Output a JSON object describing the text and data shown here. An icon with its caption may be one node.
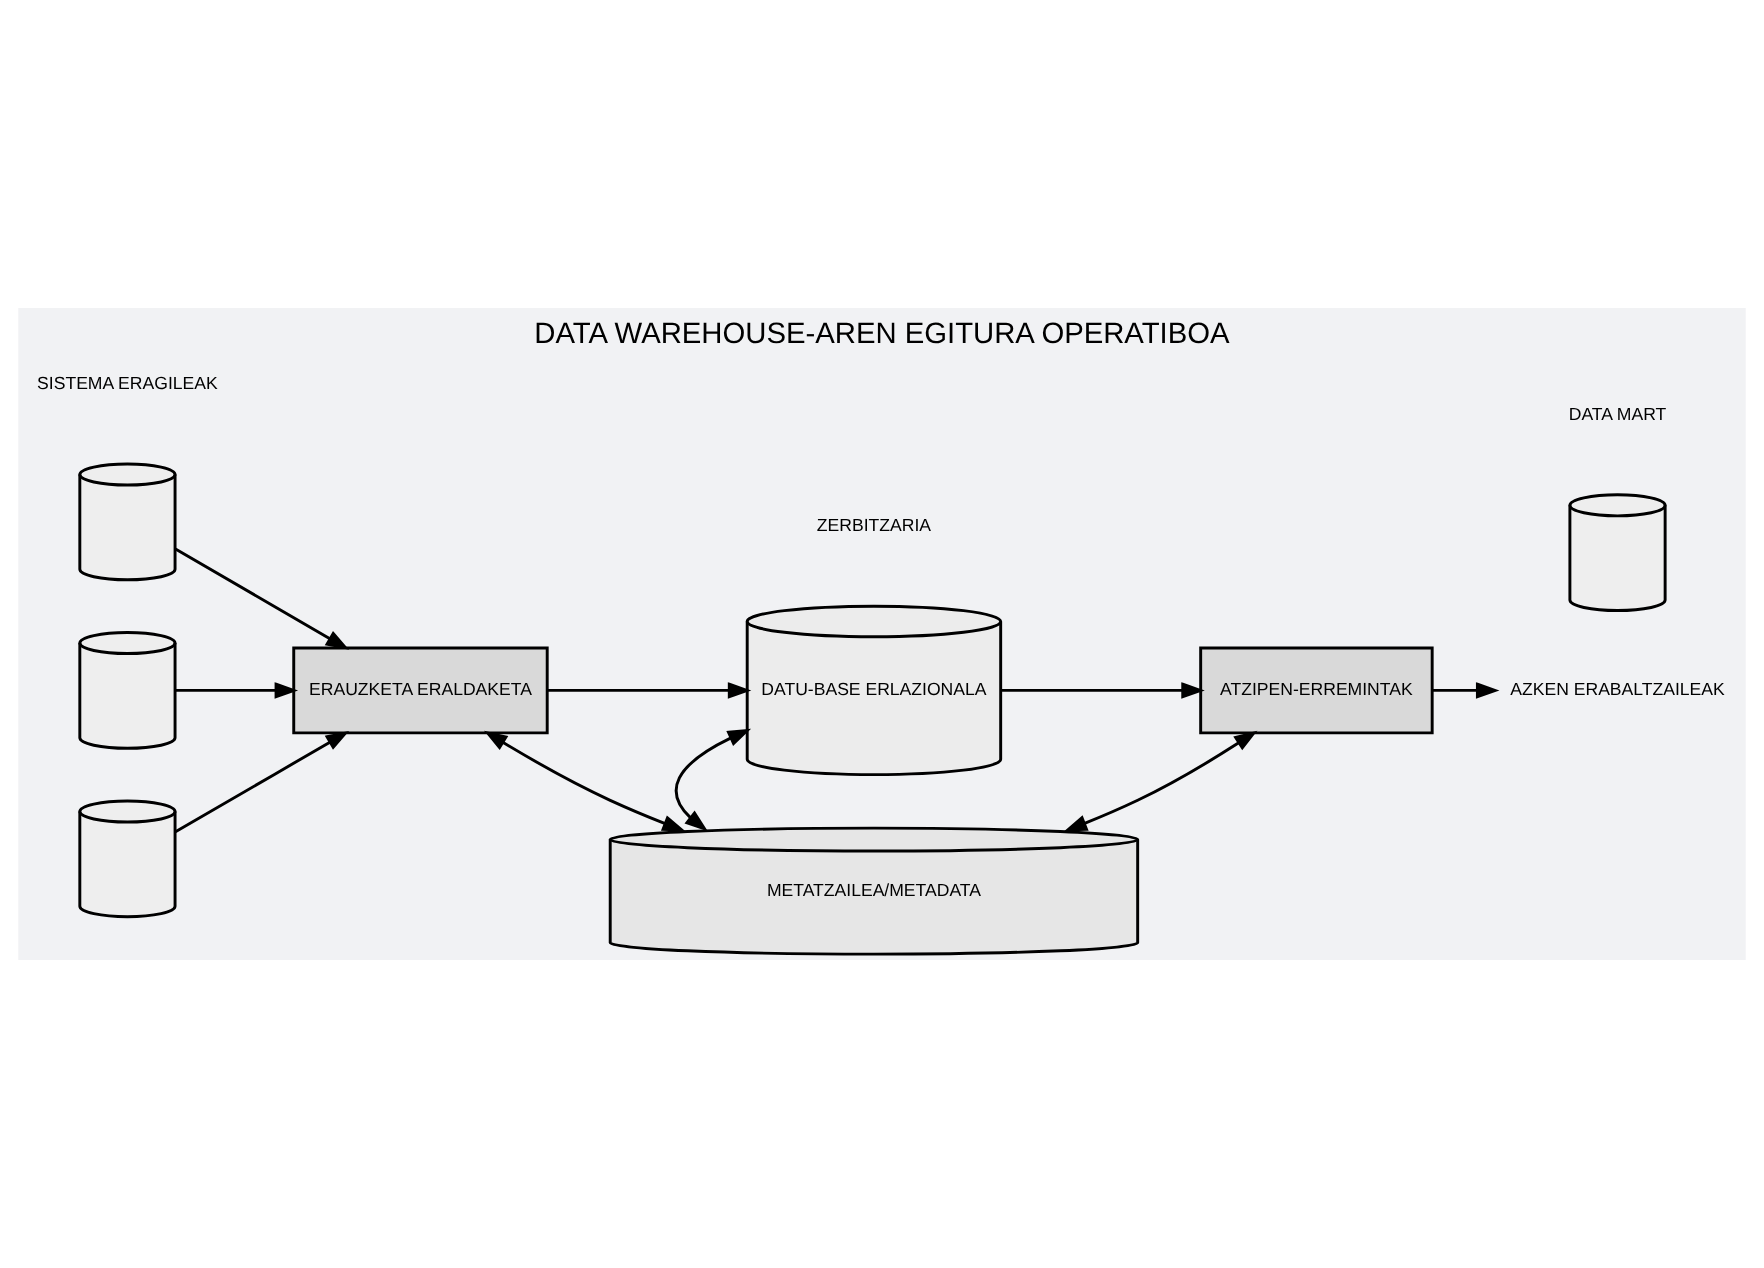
{
  "diagram": {
    "title": "DATA WAREHOUSE-AREN EGITURA OPERATIBOA",
    "nodes": [
      {
        "text": [],
        "shape": "cylinder"
      },
      {
        "text": [],
        "shape": "cylinder"
      },
      {
        "text": [],
        "shape": "cylinder"
      },
      {
        "text": [
          "ERAUZKETA ERALDAKETA"
        ]
      },
      {
        "text": [
          "DATU-BASE ERLAZIONALA"
        ]
      },
      {
        "text": [
          "ATZIPEN-ERREMINTAK"
        ]
      },
      {
        "text": [
          "AZKEN ERABALTZAILEAK"
        ]
      },
      {
        "text": [
          "METATZAILEA/METADATA"
        ]
      },
      {
        "text": [],
        "shape": "cylinder"
      }
    ],
    "edges": [
      {
        "from": 0,
        "to": 3,
        "arrow": "to"
      },
      {
        "from": 1,
        "to": 3,
        "arrow": "to"
      },
      {
        "from": 2,
        "to": 3,
        "arrow": "to"
      },
      {
        "from": 3,
        "to": 4,
        "arrow": "to"
      },
      {
        "from": 4,
        "to": 5,
        "arrow": "to"
      },
      {
        "from": 5,
        "to": 6,
        "arrow": "to"
      },
      {
        "from": 3,
        "to": 7,
        "arrow": "both"
      },
      {
        "from": 4,
        "to": 7,
        "arrow": "both"
      },
      {
        "from": 5,
        "to": 7,
        "arrow": "both"
      }
    ],
    "labels": [
      "SISTEMA ERAGILEAK",
      "ZERBITZARIA",
      "DATA MART"
    ]
  }
}
